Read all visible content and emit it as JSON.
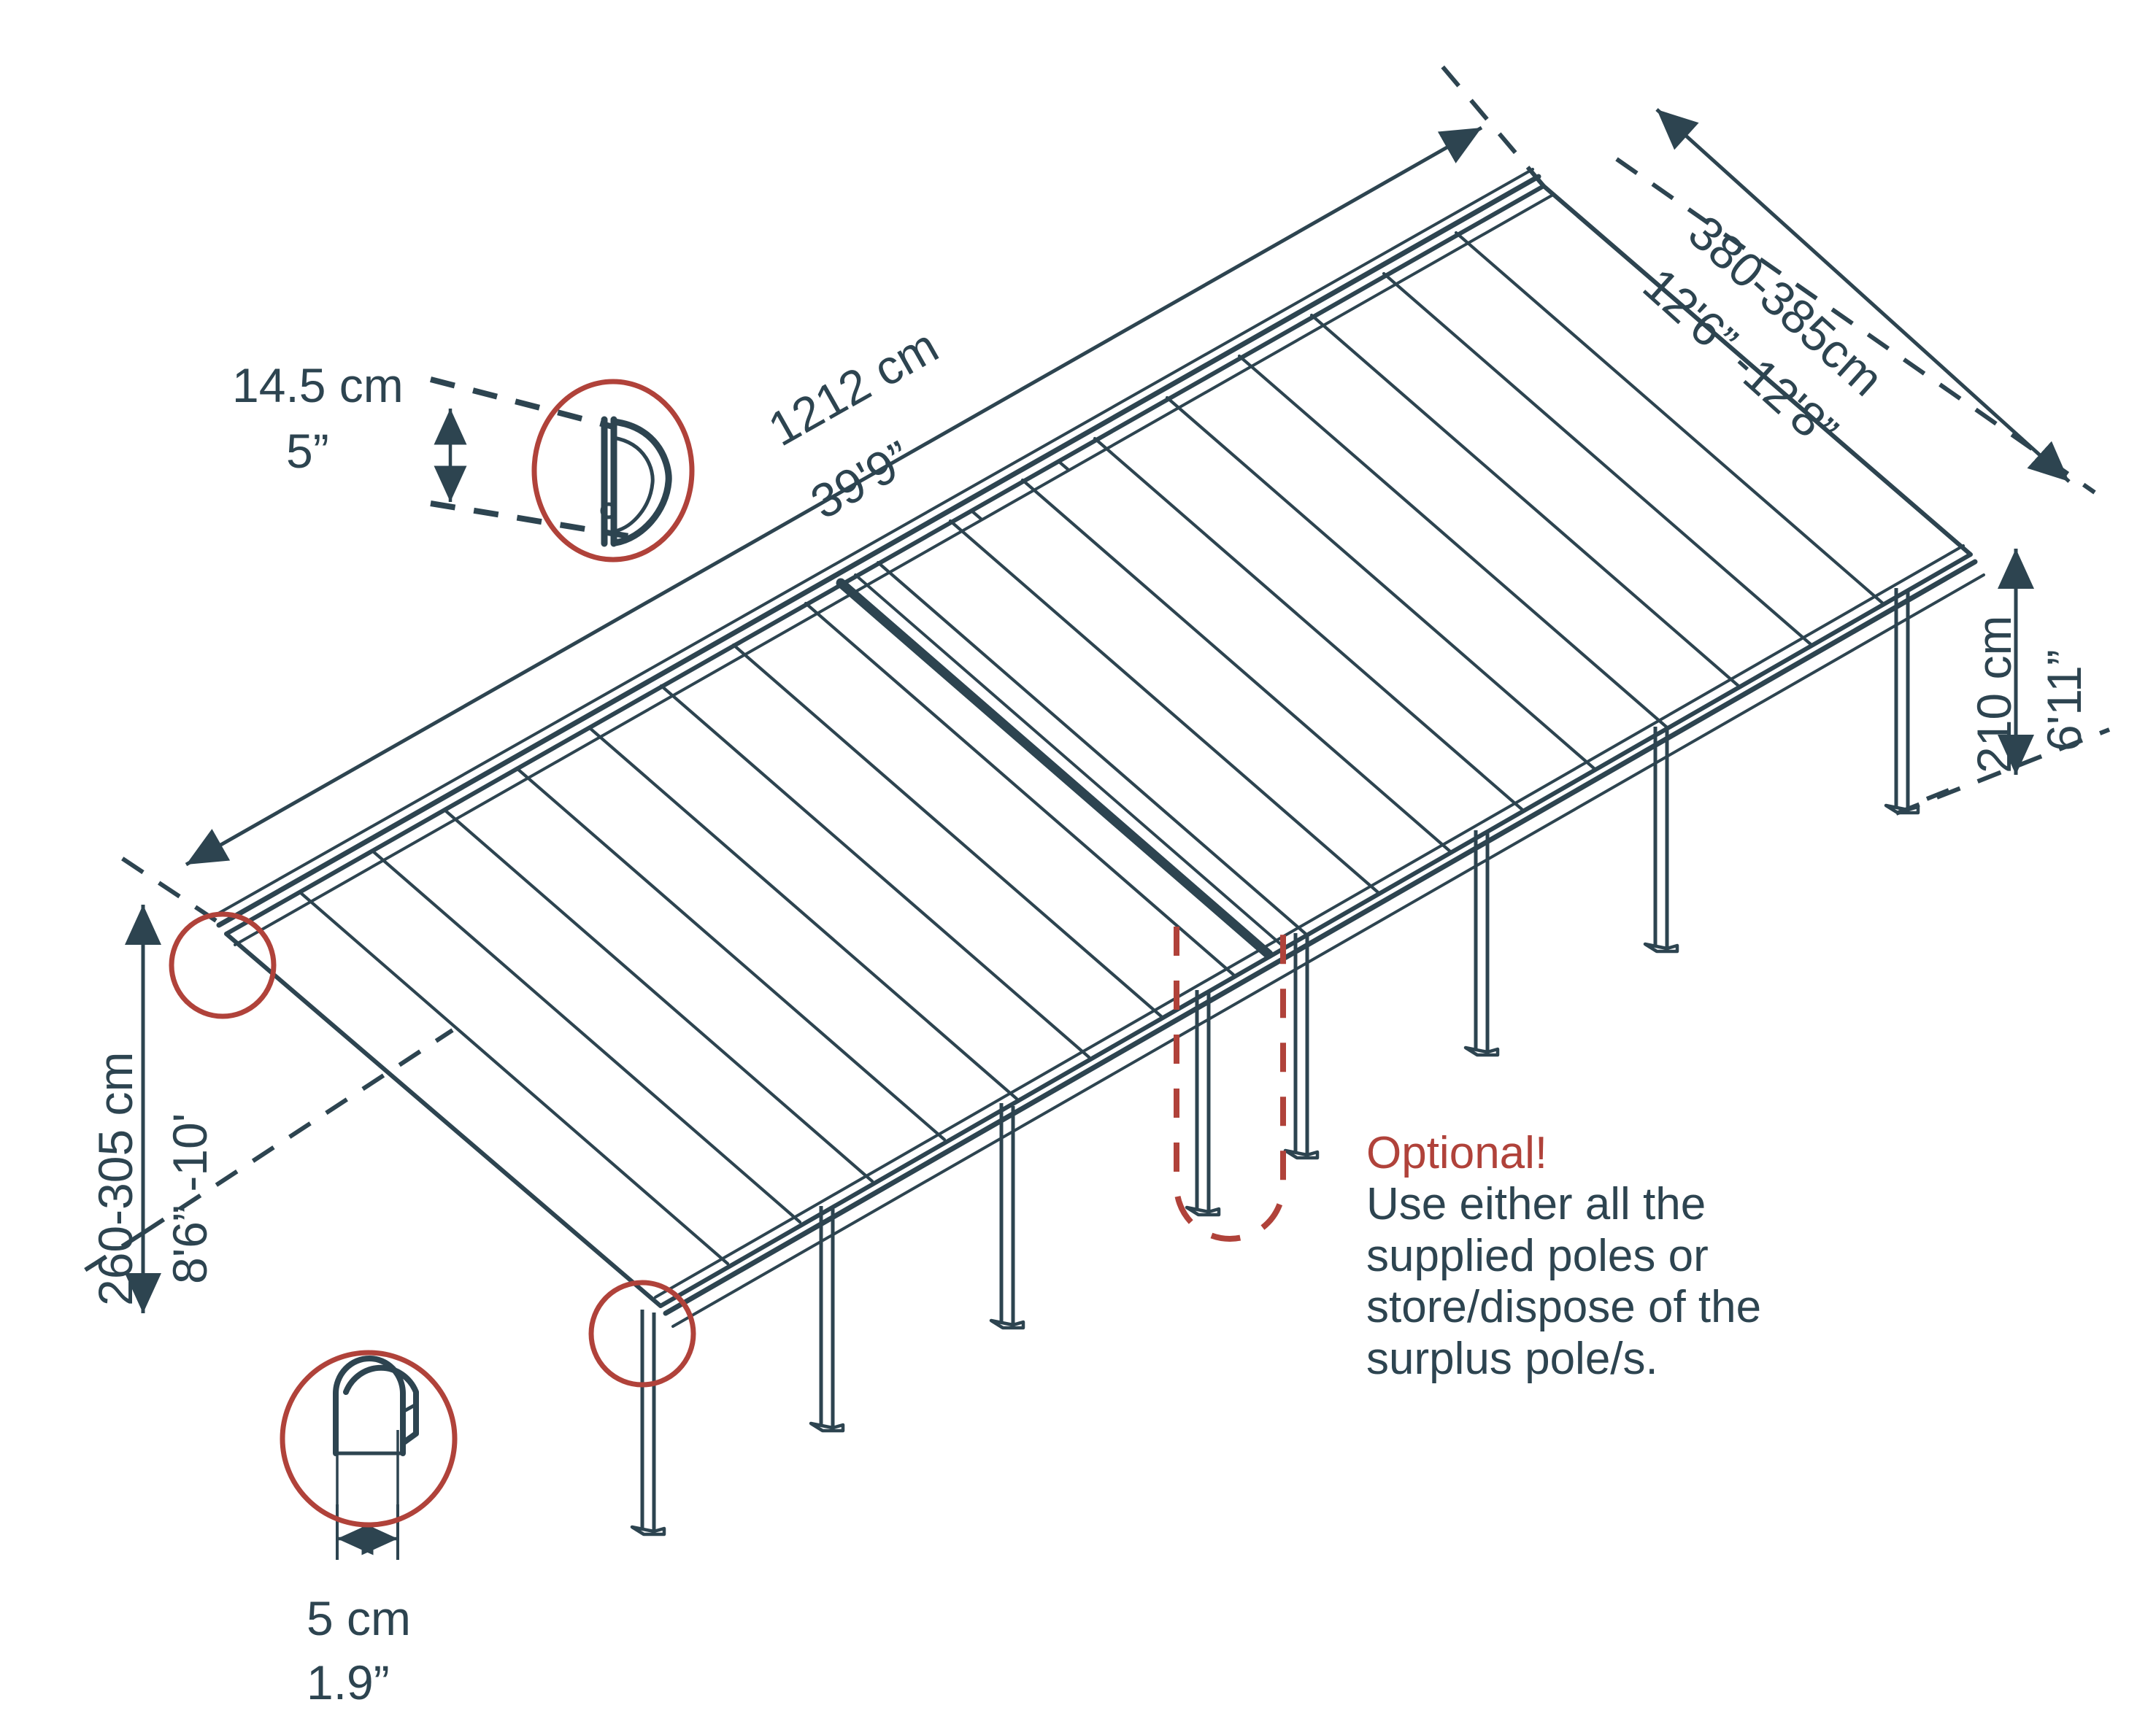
{
  "diagram": {
    "title": "Patio cover isometric dimension drawing",
    "colors": {
      "line": "#2d4450",
      "accent_red": "#b0423a",
      "background": "#ffffff"
    },
    "dimensions": {
      "length": {
        "metric": "1212 cm",
        "imperial": "39'9”"
      },
      "projection": {
        "metric": "380-385cm",
        "imperial": "12'6” -12'8”"
      },
      "front_height": {
        "metric": "210 cm",
        "imperial": "6'11”"
      },
      "wall_height": {
        "metric": "260-305 cm",
        "imperial": "8'6” -10'"
      },
      "gutter_detail": {
        "metric": "14.5 cm",
        "imperial": "5”"
      },
      "post_detail": {
        "metric": "5 cm",
        "imperial": "1.9”"
      }
    },
    "note": {
      "heading": "Optional!",
      "lines": [
        "Use either all the",
        "supplied poles or",
        "store/dispose of the",
        "surplus pole/s."
      ]
    },
    "callouts": [
      {
        "name": "gutter-profile-callout",
        "shape": "ellipse"
      },
      {
        "name": "post-profile-callout",
        "shape": "circle"
      },
      {
        "name": "wall-bracket-callout-upper",
        "shape": "circle"
      },
      {
        "name": "wall-bracket-callout-lower",
        "shape": "circle"
      },
      {
        "name": "optional-pole-callout",
        "shape": "rounded-rect-dashed"
      }
    ]
  }
}
